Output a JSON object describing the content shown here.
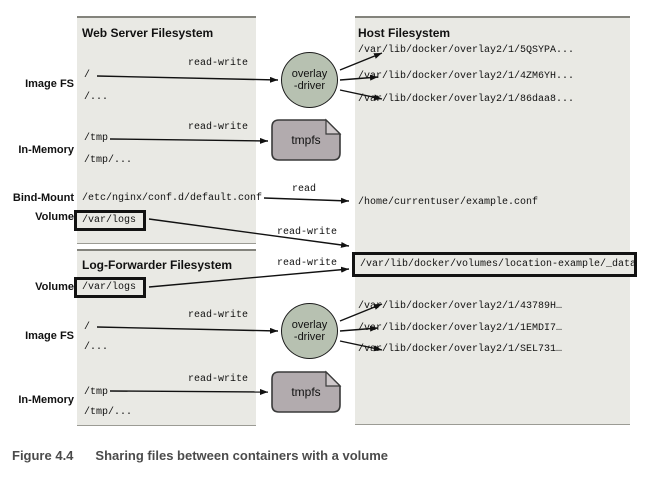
{
  "caption": {
    "label": "Figure 4.4",
    "text": "Sharing files between containers with a volume"
  },
  "row_labels": {
    "image_fs_1": "Image FS",
    "in_memory_1": "In-Memory",
    "bind_mount": "Bind-Mount",
    "volume_1": "Volume",
    "volume_2": "Volume",
    "image_fs_2": "Image FS",
    "in_memory_2": "In-Memory"
  },
  "panels": {
    "web_server": {
      "title": "Web Server Filesystem",
      "root": "/",
      "root_more": "/...",
      "tmp": "/tmp",
      "tmp_more": "/tmp/...",
      "bind_source": "/etc/nginx/conf.d/default.conf",
      "volume_path": "/var/logs"
    },
    "log_forwarder": {
      "title": "Log-Forwarder Filesystem",
      "volume_path": "/var/logs",
      "root": "/",
      "root_more": "/...",
      "tmp": "/tmp",
      "tmp_more": "/tmp/..."
    },
    "host": {
      "title": "Host Filesystem",
      "overlay_top": [
        "/var/lib/docker/overlay2/1/5QSYPA...",
        "/var/lib/docker/overlay2/1/4ZM6YH...",
        "/var/lib/docker/overlay2/1/86daa8..."
      ],
      "bind_target": "/home/currentuser/example.conf",
      "volume_target": "/var/lib/docker/volumes/location-example/_data",
      "overlay_bottom": [
        "/var/lib/docker/overlay2/1/43789H…",
        "/var/lib/docker/overlay2/1/1EMDI7…",
        "/var/lib/docker/overlay2/1/SEL731…"
      ]
    }
  },
  "nodes": {
    "overlay_driver": {
      "line1": "overlay",
      "line2": "-driver"
    },
    "tmpfs_label": "tmpfs"
  },
  "edges": {
    "read_write": "read-write",
    "read": "read"
  },
  "colors": {
    "panel_bg": "#e9e9e4",
    "panel_edge": "#83837c",
    "overlay_node_fill": "#b7c1b1",
    "tmpfs_node_fill": "#b2abae",
    "arrow": "#111111"
  }
}
